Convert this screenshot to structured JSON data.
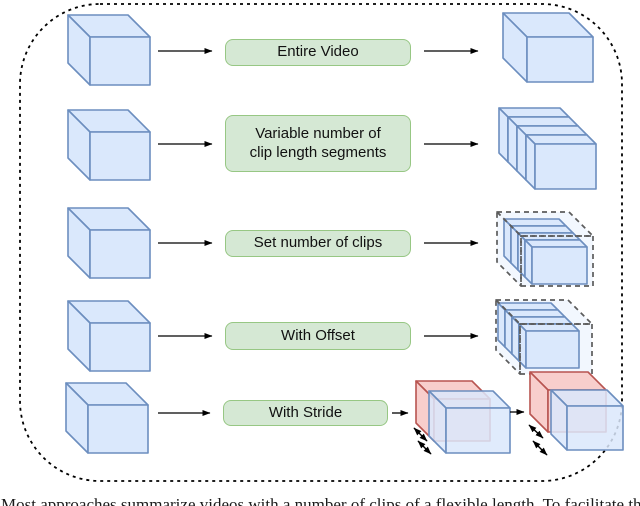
{
  "figure": {
    "rows": [
      {
        "label": "Entire Video"
      },
      {
        "label": "Variable number of\nclip length segments"
      },
      {
        "label": "Set number of clips"
      },
      {
        "label": "With Offset"
      },
      {
        "label": "With Stride"
      }
    ],
    "caption": "Most approaches summarize videos with a number of clips of a flexible length. To facilitate this"
  },
  "colors": {
    "cube_blue_fill": "#dae8fc",
    "cube_blue_stroke": "#6c8ebf",
    "label_green_fill": "#d5e8d4",
    "label_green_stroke": "#97c784",
    "cube_red_fill": "#f8cecc",
    "cube_red_stroke": "#b85450",
    "dashed_outline": "#5c5c5c",
    "arrow_black": "#000000"
  }
}
